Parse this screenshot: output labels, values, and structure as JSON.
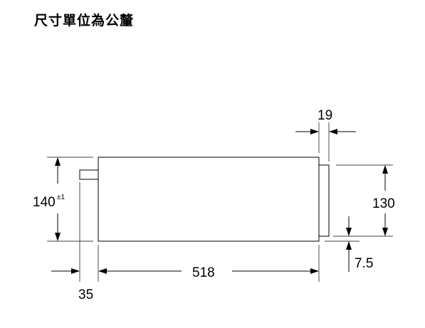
{
  "title": "尺寸單位為公釐",
  "dimensions": {
    "top_depth": "19",
    "total_height": "140",
    "total_height_tolerance": "±1",
    "front_height": "130",
    "bottom_offset": "7.5",
    "body_width": "518",
    "rear_offset": "35"
  }
}
